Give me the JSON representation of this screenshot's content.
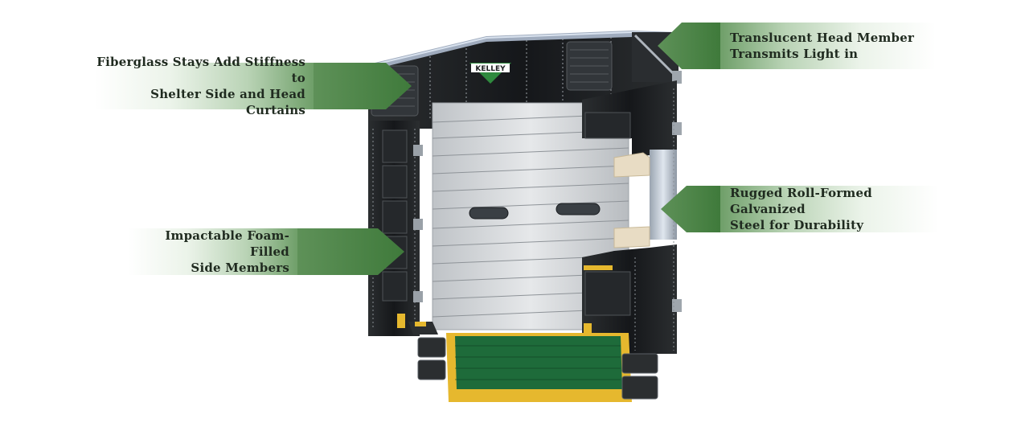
{
  "brand": {
    "logo_text": "KELLEY"
  },
  "callouts": [
    {
      "id": "fiberglass-stays",
      "lines": [
        "Fiberglass Stays Add Stiffness to",
        "Shelter Side and Head Curtains"
      ]
    },
    {
      "id": "foam-filled-side-members",
      "lines": [
        "Impactable Foam-Filled",
        "Side Members"
      ]
    },
    {
      "id": "translucent-head-member",
      "lines": [
        "Translucent Head Member",
        "Transmits Light in"
      ]
    },
    {
      "id": "galvanized-steel",
      "lines": [
        "Rugged Roll-Formed Galvanized",
        "Steel for Durability"
      ]
    }
  ],
  "colors": {
    "callout_green": "#6f9f69",
    "shelter_black": "#1c1e1f",
    "door_grey": "#d4d7da",
    "leveler_green": "#1e6b3a",
    "bumper_yellow": "#e6b82e",
    "foam_tan": "#e8dcc4"
  }
}
